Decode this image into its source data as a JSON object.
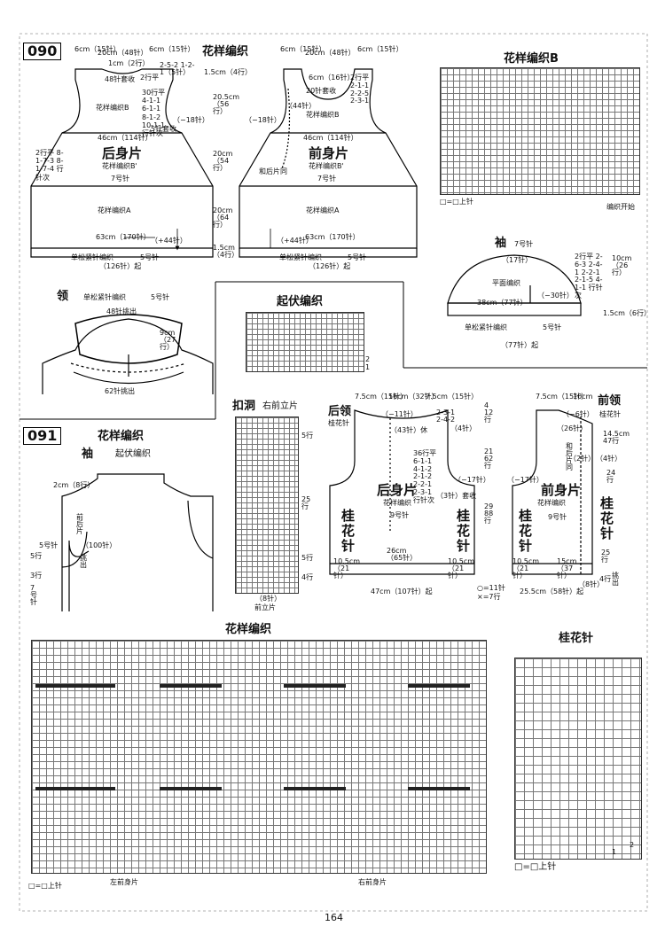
{
  "section_090": {
    "id": "090",
    "pattern_title": "花样编织",
    "back": {
      "title": "后身片",
      "needle": "7号针",
      "pattern_b": "花样编织B",
      "pattern_b_prime": "花样编织B'",
      "pattern_a": "花样编织A",
      "top_width": "20cm（48针）",
      "shoulder_left": "6cm（15针）",
      "shoulder_right": "6cm（15针）",
      "neck_drop": "1cm（2行）",
      "neck_rows": "2-5-2 1-2-1（5针）",
      "flat_2": "2行平",
      "cast_off_48": "48针套收",
      "armhole_rows": "30行平 4-1-1 6-1-1 8-1-2 10-1-1 行针次",
      "armhole_cast": "5针套收",
      "armhole_minus": "（−18针）",
      "armhole_height": "20.5cm（56行）",
      "shoulder_drop": "1.5cm（4行）",
      "chest": "46cm（114针）",
      "side_rows": "2行平 8-1-7-3 8-1-7-4 行针次",
      "side_height": "20cm（54行）",
      "lower_height": "20cm（64行）",
      "hem": "63cm（170针）",
      "plus44": "（+44针）",
      "rib_height": "1.5cm（4行）",
      "rib_label": "单松紧针编织",
      "rib_needle": "5号针",
      "cast_on": "（126针）起"
    },
    "front": {
      "title": "前身片",
      "needle": "7号针",
      "pattern_b": "花样编织B",
      "pattern_b_prime": "花样编织B'",
      "pattern_a": "花样编织A",
      "top_width": "20cm（48针）",
      "shoulder_left": "6cm（15针）",
      "shoulder_right": "6cm（15针）",
      "inner_width": "6cm（16针）",
      "neck_cast": "20针套收",
      "neck_rows": "2行平 2-1-1 2-2-5 2-3-1",
      "neck_side": "（44针）",
      "armhole_minus": "（−18针）",
      "chest": "46cm（114针）",
      "same_as_back": "和后片同",
      "hem": "63cm（170针）",
      "plus44": "（+44针）",
      "rib_label": "单松紧针编织",
      "rib_needle": "5号针",
      "cast_on": "（126针）起"
    },
    "chart_b": {
      "title": "花样编织B",
      "legend": "□=□上针",
      "start": "编织开始"
    },
    "sleeve": {
      "title": "袖",
      "needle": "7号针",
      "top": "（17针）",
      "pattern": "平面编织",
      "width": "38cm（77针）",
      "minus": "（−30针）",
      "rows": "2行平 2-6-3 2-4-1 2-2-1 2-1-5 4-1-1 行针次",
      "height": "10cm（26行）",
      "rib_height": "1.5cm（6行）",
      "rib_label": "单松紧针编织",
      "rib_needle": "5号针",
      "cast_on": "（77针）起"
    },
    "collar": {
      "title": "领",
      "rib_label": "单松紧针编织",
      "needle": "5号针",
      "pick_48": "48针挑出",
      "height": "9cm（27行）",
      "pick_62": "62针挑出"
    },
    "seed": {
      "title": "起伏编织",
      "row1": "1",
      "row2": "2"
    }
  },
  "section_091": {
    "id": "091",
    "pattern_title": "花样编织",
    "sleeve": {
      "title": "袖",
      "pattern": "起伏编织",
      "width": "2cm（8行）",
      "stitches": "（100针）",
      "side": "前后片",
      "pick": "挑出",
      "needle5": "5号针",
      "rows5": "5行",
      "rows3": "3行",
      "needle7": "7号针"
    },
    "buttonhole": {
      "title": "扣洞",
      "subtitle": "右前立片",
      "bottom": "（8针）",
      "label": "前立片",
      "r1": "5行",
      "r2": "25行",
      "r3": "4行",
      "r4": "5行"
    },
    "back_neck": {
      "title": "后领",
      "sub": "桂花针",
      "w1": "7.5cm（15针）",
      "w2": "16cm（32针）",
      "w3": "7.5cm（15针）",
      "minus11": "（−11针）",
      "rows_r": "2-3-1 2-4-2",
      "plus4": "（4针）",
      "rest": "（43针）休",
      "sleeve_rows": "36行平 6-1-1 4-1-2 2-1-2 2-2-1 2-3-1 行针次",
      "cast": "（3针）套收",
      "minus17": "（−17针）",
      "title_body": "后身片",
      "pattern": "花样编织",
      "needle": "9号针",
      "side_l": "桂花针",
      "side_r": "桂花针",
      "hem_l": "10.5cm（21针）",
      "mid": "26cm（65针）",
      "hem_r": "10.5cm（21针）",
      "total": "47cm（107针）起",
      "h1": "4 12行",
      "h2": "21 62行",
      "h3": "29 88行",
      "legend1": "○=11针",
      "legend2": "×=7行"
    },
    "front_neck": {
      "title": "前领",
      "sub": "桂花针",
      "w1": "7.5cm（15针）",
      "w2": "10cm",
      "minus6": "（−6针）",
      "rows26": "（26针）",
      "same": "和后片同",
      "dim1": "14.5cm 47行",
      "plus2": "（2针）",
      "plus4": "（4针）",
      "rows24": "24行",
      "minus17": "（−17针）",
      "title_body": "前身片",
      "pattern": "花样编织",
      "needle": "9号针",
      "side_l": "桂花针",
      "side_r": "桂花针",
      "hem_l": "10.5cm（21针）",
      "mid": "15cm（37针）",
      "hem_total": "25.5cm（58针）起",
      "plus8": "（8针）",
      "r25": "25行",
      "r4": "4行",
      "pick": "挑出"
    },
    "big_chart": {
      "title": "花样编织",
      "legend": "□=□上针",
      "left_label": "左前身片",
      "right_label": "右前身片"
    },
    "seed_chart": {
      "title": "桂花针",
      "legend": "□=□上针",
      "r1": "1",
      "r2": "2"
    }
  },
  "page_number": "164"
}
